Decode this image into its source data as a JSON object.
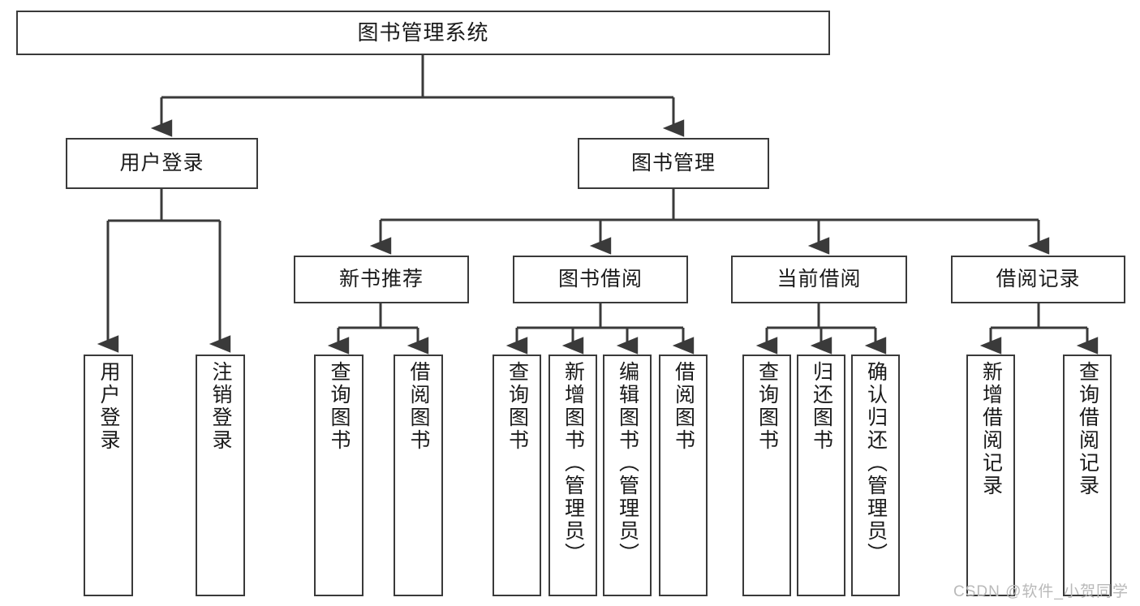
{
  "diagram": {
    "type": "tree-hierarchy",
    "title": "图书管理系统",
    "watermark": "CSDN @软件_小贺同学",
    "colors": {
      "box_border": "#3a3a3a",
      "box_fill": "#ffffff",
      "connector": "#3a3a3a",
      "text": "#1a1a1a",
      "watermark": "#b9b9b9",
      "background": "#ffffff"
    },
    "nodes": {
      "root": {
        "label": "图书管理系统"
      },
      "level2": [
        {
          "id": "user-login",
          "label": "用户登录"
        },
        {
          "id": "book-manage",
          "label": "图书管理"
        }
      ],
      "level3": [
        {
          "id": "new-book-recommend",
          "label": "新书推荐"
        },
        {
          "id": "book-borrow",
          "label": "图书借阅"
        },
        {
          "id": "current-borrow",
          "label": "当前借阅"
        },
        {
          "id": "borrow-record",
          "label": "借阅记录"
        }
      ],
      "leaves": {
        "user_login": [
          {
            "id": "leaf-user-login",
            "label": "用户登录"
          },
          {
            "id": "leaf-logout-login",
            "label": "注销登录"
          }
        ],
        "new_book_recommend": [
          {
            "id": "leaf-query-book-1",
            "label": "查询图书"
          },
          {
            "id": "leaf-borrow-book-1",
            "label": "借阅图书"
          }
        ],
        "book_borrow": [
          {
            "id": "leaf-query-book-2",
            "label": "查询图书"
          },
          {
            "id": "leaf-add-book",
            "label": "新增图书（管理员）"
          },
          {
            "id": "leaf-edit-book",
            "label": "编辑图书（管理员）"
          },
          {
            "id": "leaf-borrow-book-2",
            "label": "借阅图书"
          }
        ],
        "current_borrow": [
          {
            "id": "leaf-query-book-3",
            "label": "查询图书"
          },
          {
            "id": "leaf-return-book",
            "label": "归还图书"
          },
          {
            "id": "leaf-confirm-return",
            "label": "确认归还（管理员）"
          }
        ],
        "borrow_record": [
          {
            "id": "leaf-add-borrow-record",
            "label": "新增借阅记录"
          },
          {
            "id": "leaf-query-borrow-record",
            "label": "查询借阅记录"
          }
        ]
      }
    }
  }
}
